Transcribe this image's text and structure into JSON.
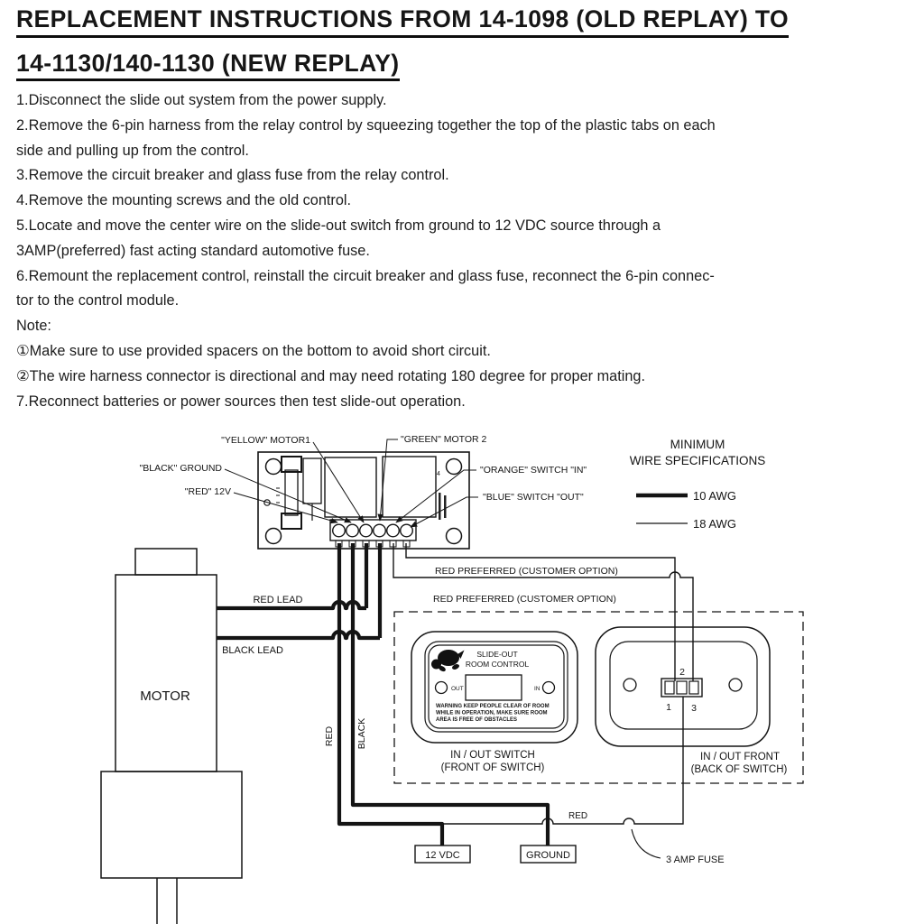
{
  "title": {
    "line1": "REPLACEMENT INSTRUCTIONS FROM 14-1098 (OLD REPLAY) TO",
    "line2": "14-1130/140-1130 (NEW REPLAY)"
  },
  "instructions": [
    "1.Disconnect the slide out system from the power supply.",
    "2.Remove the 6-pin harness from the relay control by squeezing together the top of the plastic tabs on each",
    "side and pulling up from the control.",
    "3.Remove the circuit breaker and glass fuse from the relay control.",
    "4.Remove the mounting screws and the old control.",
    "5.Locate and move the center wire on the slide-out switch from ground to 12 VDC source through a",
    "3AMP(preferred) fast acting standard automotive fuse.",
    "6.Remount the replacement control, reinstall the circuit breaker and glass fuse, reconnect the 6-pin connec-",
    "tor to the control module.",
    "Note:",
    "①Make sure to use provided spacers on the bottom to avoid short circuit.",
    "②The wire harness connector is directional and may need rotating 180 degree for proper mating.",
    "7.Reconnect batteries or power sources then test slide-out operation."
  ],
  "diagram": {
    "relay": {
      "yellow": "\"YELLOW\" MOTOR1",
      "green": "\"GREEN\" MOTOR 2",
      "black": "\"BLACK\" GROUND",
      "red": "\"RED\" 12V",
      "orange": "\"ORANGE\" SWITCH \"IN\"",
      "blue": "\"BLUE\" SWITCH \"OUT\"",
      "mark": "4"
    },
    "wire_spec": {
      "line1": "MINIMUM",
      "line2": "WIRE SPECIFICATIONS",
      "thick_label": "10 AWG",
      "thin_label": "18 AWG"
    },
    "options": {
      "first": "RED PREFERRED (CUSTOMER OPTION)",
      "second": "RED PREFERRED (CUSTOMER OPTION)"
    },
    "motor": {
      "name": "MOTOR",
      "red_lead": "RED LEAD",
      "black_lead": "BLACK LEAD",
      "red_wire": "RED",
      "black_wire": "BLACK"
    },
    "front_switch": {
      "line1": "SLIDE-OUT",
      "line2": "ROOM CONTROL",
      "out": "OUT",
      "in": "IN",
      "warn1": "WARNING KEEP PEOPLE CLEAR OF ROOM",
      "warn2": "WHILE IN OPERATION, MAKE SURE ROOM",
      "warn3": "AREA IS FREE OF OBSTACLES",
      "cap1": "IN / OUT SWITCH",
      "cap2": "(FRONT OF SWITCH)"
    },
    "back_switch": {
      "n1": "1",
      "n2": "2",
      "n3": "3",
      "cap1": "IN / OUT FRONT",
      "cap2": "(BACK OF SWITCH)"
    },
    "power": {
      "vdc": "12 VDC",
      "ground": "GROUND",
      "red": "RED",
      "fuse": "3 AMP FUSE"
    }
  }
}
